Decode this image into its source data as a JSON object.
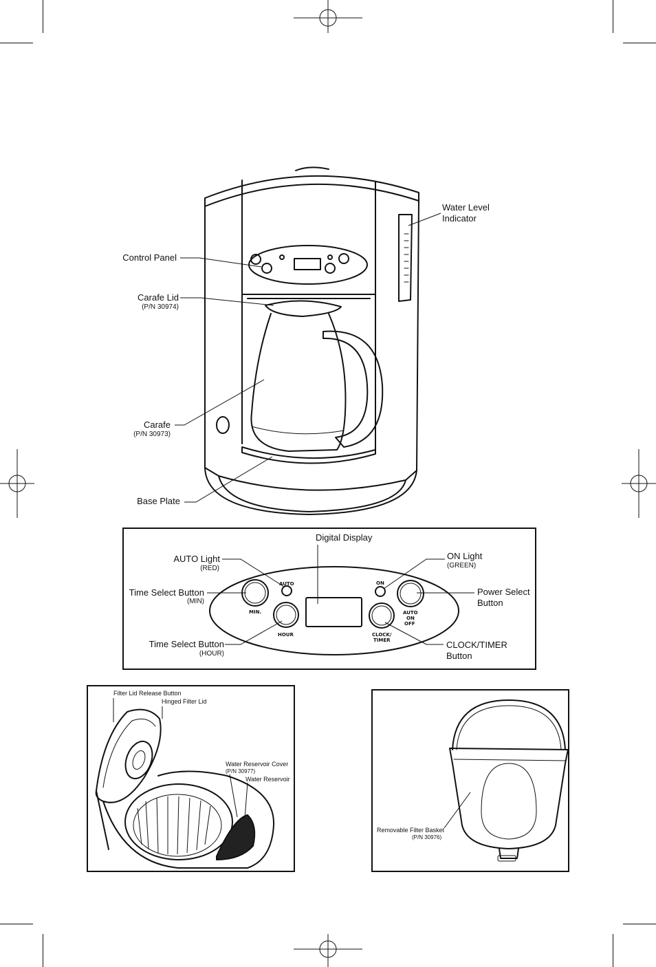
{
  "main_diagram": {
    "callouts": {
      "water_level_indicator": [
        "Water Level",
        "Indicator"
      ],
      "control_panel": "Control Panel",
      "carafe_lid": "Carafe Lid",
      "carafe_lid_pn": "(P/N 30974)",
      "carafe": "Carafe",
      "carafe_pn": "(P/N 30973)",
      "base_plate": "Base Plate"
    }
  },
  "control_panel_detail": {
    "digital_display": "Digital Display",
    "auto_light": "AUTO Light",
    "auto_light_color": "(RED)",
    "on_light": "ON Light",
    "on_light_color": "(GREEN)",
    "time_select_min": "Time Select Button",
    "time_select_min_note": "(MIN)",
    "time_select_hour": "Time Select Button",
    "time_select_hour_note": "(HOUR)",
    "power_select": [
      "Power Select",
      "Button"
    ],
    "clock_timer": [
      "CLOCK/TIMER",
      "Button"
    ],
    "button_labels": {
      "auto": "AUTO",
      "on": "ON",
      "min": "MIN.",
      "hour": "HOUR",
      "clock_timer": [
        "CLOCK/",
        "TIMER"
      ],
      "auto_on_off": [
        "AUTO",
        "ON",
        "OFF"
      ]
    }
  },
  "filter_lid_detail": {
    "filter_lid_release_button": "Filter Lid Release Button",
    "hinged_filter_lid": "Hinged Filter Lid",
    "water_reservoir_cover": "Water Reservoir Cover",
    "water_reservoir_cover_pn": "(P/N 30977)",
    "water_reservoir": "Water Reservoir"
  },
  "filter_basket_detail": {
    "removable_filter_basket": "Removable Filter Basket",
    "removable_filter_basket_pn": "(P/N 30976)"
  }
}
